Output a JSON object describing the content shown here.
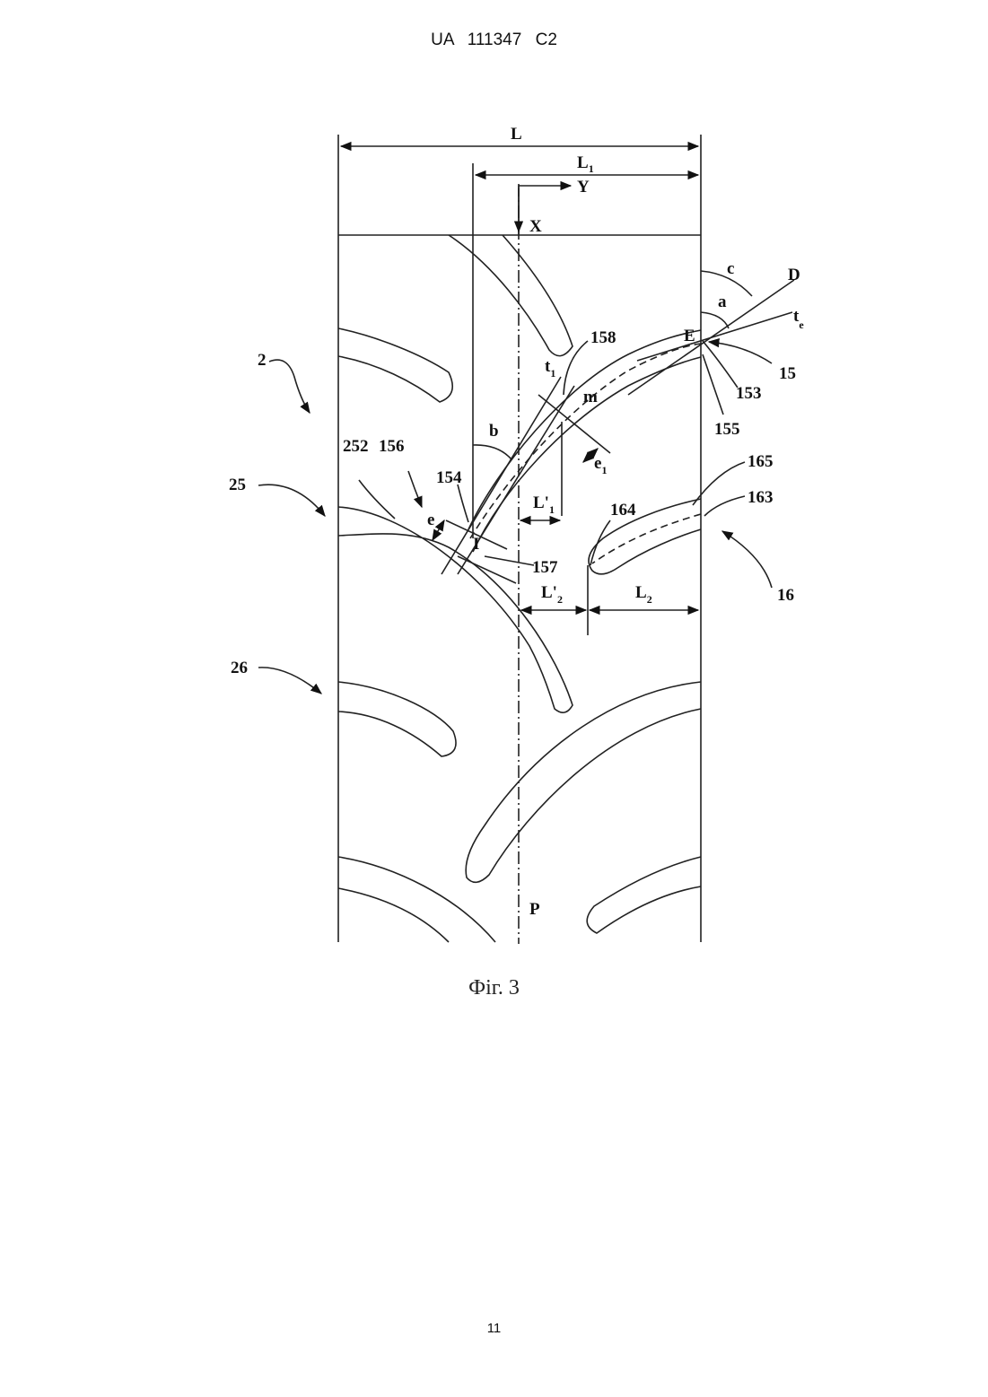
{
  "header": {
    "document_id": "UA 111347 C2"
  },
  "figure": {
    "labels": {
      "L": "L",
      "L1": "L",
      "L1_sub": "1",
      "Y": "Y",
      "X": "X",
      "c": "c",
      "D": "D",
      "a": "a",
      "te": "t",
      "te_sub": "e",
      "E": "E",
      "n158": "158",
      "t1": "t",
      "t1_sub": "1",
      "n15": "15",
      "n153": "153",
      "m": "m",
      "n155": "155",
      "n2": "2",
      "b": "b",
      "e1": "e",
      "e1_sub": "1",
      "n252": "252",
      "n156": "156",
      "n154": "154",
      "L1p": "L'",
      "L1p_sub": "1",
      "n165": "165",
      "n163": "163",
      "n164": "164",
      "n25": "25",
      "e": "e",
      "I": "I",
      "n157": "157",
      "L2p": "L'",
      "L2p_sub": "2",
      "L2": "L",
      "L2_sub": "2",
      "n16": "16",
      "n26": "26",
      "P": "P"
    }
  },
  "caption": "Фіг. 3",
  "page_number": "11"
}
